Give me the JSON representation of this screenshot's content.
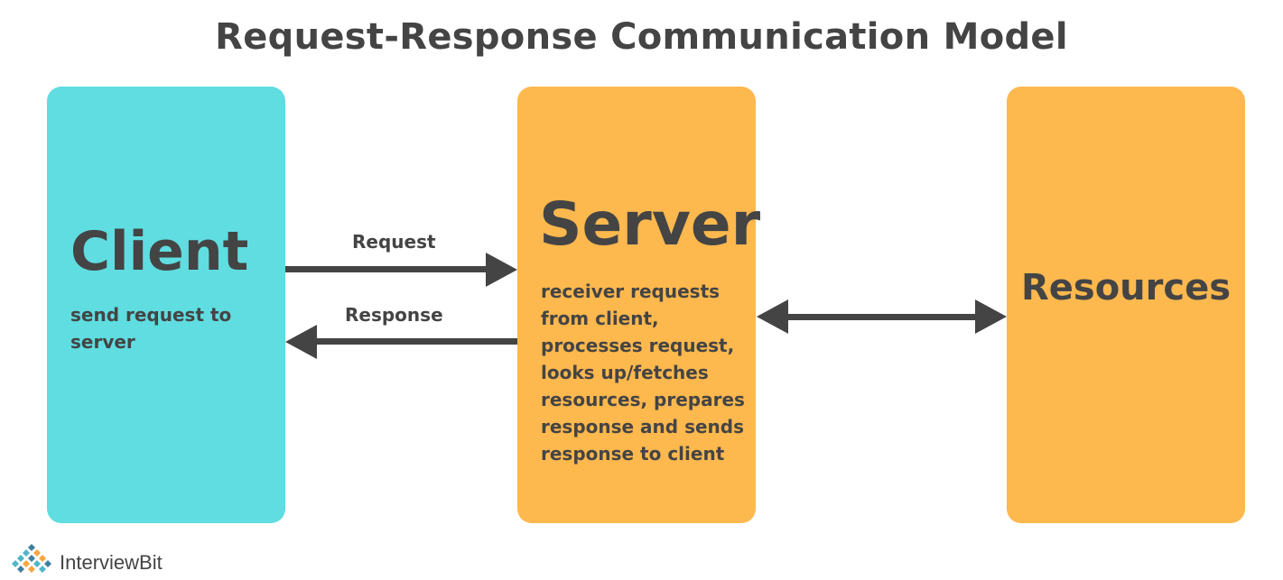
{
  "title": "Request-Response Communication Model",
  "client": {
    "title": "Client",
    "description": "send request to server"
  },
  "server": {
    "title": "Server",
    "description": "receiver requests from client, processes request, looks up/fetches resources, prepares response and sends response to client"
  },
  "resources": {
    "title": "Resources"
  },
  "arrows": {
    "request_label": "Request",
    "response_label": "Response"
  },
  "logo": {
    "text": "InterviewBit",
    "icon": "interviewbit-logo-icon"
  },
  "colors": {
    "client_box": "#5FDDE1",
    "server_box": "#FDB84E",
    "resources_box": "#FDB84E",
    "text": "#444444",
    "arrow": "#444444"
  }
}
